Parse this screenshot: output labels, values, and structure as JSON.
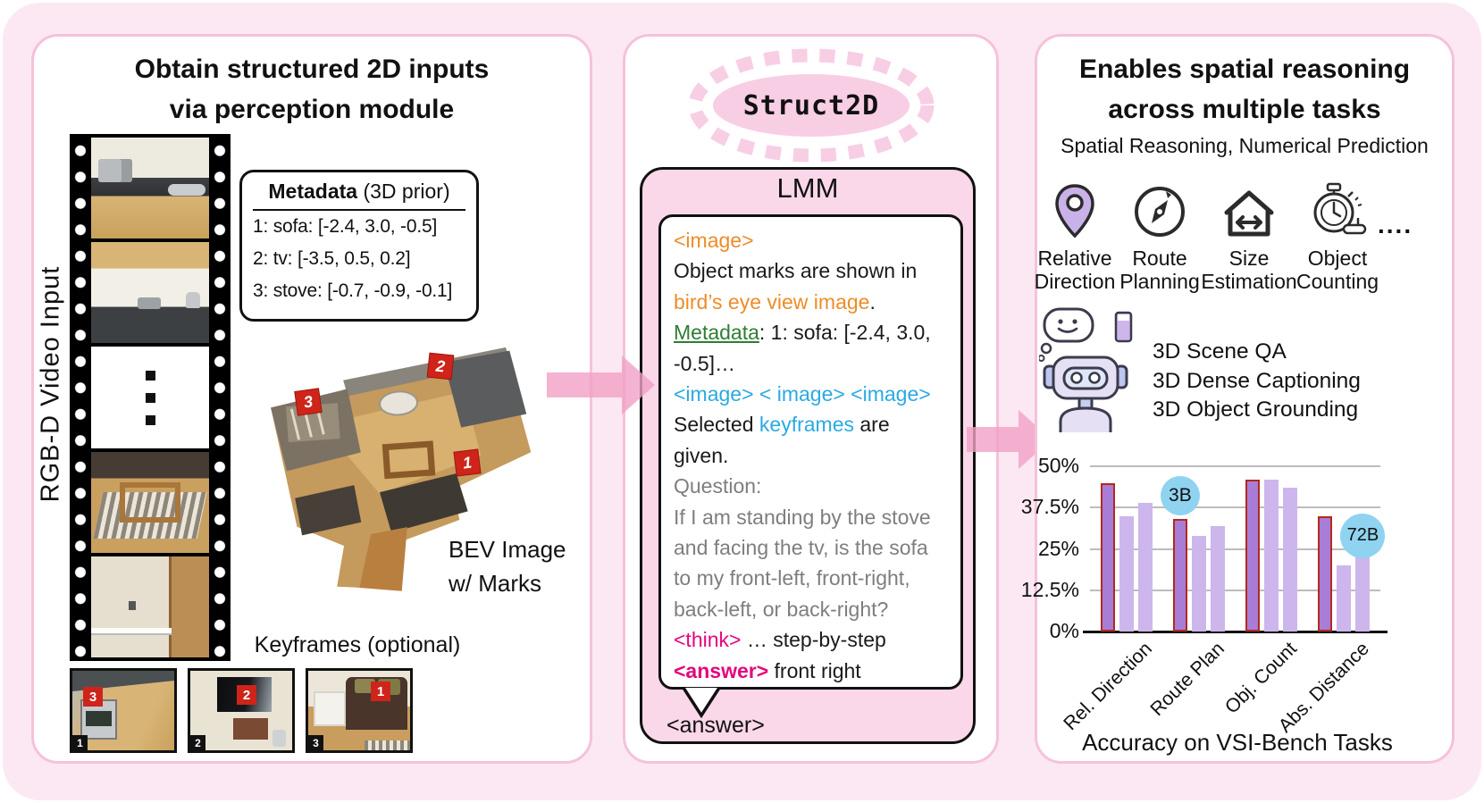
{
  "colors": {
    "orange": "#EE8C28",
    "green": "#2F7D32",
    "blue": "#2BA9E2",
    "gray": "#7E7E7E",
    "magenta": "#E3067E",
    "black": "#1A1A1A",
    "bar_main": "#A87DD8",
    "bar_light": "#CDB6EC",
    "bar_outline": "#B3281D",
    "bubble": "#8FD3F1",
    "pink_accent": "#F1A0C6"
  },
  "panel1": {
    "title_line1": "Obtain structured 2D inputs",
    "title_line2": "via perception module",
    "video_label": "RGB-D Video Input",
    "video_break_icon": "vertical-ellipsis-icon",
    "metadata_box": {
      "title_bold": "Metadata",
      "title_rest": " (3D prior)",
      "entries": [
        "1: sofa: [-2.4, 3.0, -0.5]",
        "2: tv: [-3.5, 0.5, 0.2]",
        "3: stove: [-0.7, -0.9, -0.1]"
      ]
    },
    "bev": {
      "label_line1": "BEV Image",
      "label_line2": "w/ Marks",
      "marks": [
        "1",
        "2",
        "3"
      ]
    },
    "keyframes_label": "Keyframes (optional)",
    "keyframes": [
      {
        "index": "1",
        "mark": "3"
      },
      {
        "index": "2",
        "mark": "2"
      },
      {
        "index": "3",
        "mark": "1"
      }
    ]
  },
  "panel2": {
    "badge": "Struct2D",
    "lmm_title": "LMM",
    "answer_label": "<answer>",
    "prompt_lines": [
      {
        "segs": [
          {
            "t": "<image>",
            "c": "orange"
          }
        ]
      },
      {
        "segs": [
          {
            "t": "Object marks are shown in",
            "c": "black"
          }
        ]
      },
      {
        "segs": [
          {
            "t": "bird’s eye view image",
            "c": "orange"
          },
          {
            "t": ".",
            "c": "black"
          }
        ]
      },
      {
        "segs": [
          {
            "t": "Metadata",
            "c": "green",
            "u": true
          },
          {
            "t": ": 1: sofa: [-2.4, 3.0,",
            "c": "black"
          }
        ]
      },
      {
        "segs": [
          {
            "t": "-0.5]…",
            "c": "black"
          }
        ]
      },
      {
        "segs": [
          {
            "t": "<image> < image> <image>",
            "c": "blue"
          }
        ]
      },
      {
        "segs": [
          {
            "t": "Selected ",
            "c": "black"
          },
          {
            "t": "keyframes",
            "c": "blue"
          },
          {
            "t": " are",
            "c": "black"
          }
        ]
      },
      {
        "segs": [
          {
            "t": "given.",
            "c": "black"
          }
        ]
      },
      {
        "segs": [
          {
            "t": "Question:",
            "c": "gray"
          }
        ]
      },
      {
        "segs": [
          {
            "t": "If I am standing by the stove",
            "c": "gray"
          }
        ]
      },
      {
        "segs": [
          {
            "t": "and facing the tv, is the sofa",
            "c": "gray"
          }
        ]
      },
      {
        "segs": [
          {
            "t": "to my front-left, front-right,",
            "c": "gray"
          }
        ]
      },
      {
        "segs": [
          {
            "t": "back-left, or back-right?",
            "c": "gray"
          }
        ]
      },
      {
        "segs": [
          {
            "t": "<think>",
            "c": "magenta"
          },
          {
            "t": " … step-by-step",
            "c": "black"
          }
        ]
      },
      {
        "segs": [
          {
            "t": "<answer>",
            "c": "magenta",
            "b": true
          },
          {
            "t": " front right",
            "c": "black"
          }
        ]
      }
    ]
  },
  "panel3": {
    "title_line1": "Enables spatial reasoning",
    "title_line2": "across multiple tasks",
    "subtitle": "Spatial Reasoning, Numerical Prediction",
    "tasks": [
      {
        "icon": "location-pin-icon",
        "label_line1": "Relative",
        "label_line2": "Direction"
      },
      {
        "icon": "compass-icon",
        "label_line1": "Route",
        "label_line2": "Planning"
      },
      {
        "icon": "house-size-icon",
        "label_line1": "Size",
        "label_line2": "Estimation"
      },
      {
        "icon": "stopwatch-icon",
        "label_line1": "Object",
        "label_line2": "Counting"
      }
    ],
    "more_dots": "....",
    "robot_tasks": [
      "3D Scene QA",
      "3D Dense Captioning",
      "3D Object Grounding"
    ]
  },
  "chart_data": {
    "type": "bar",
    "caption": "Accuracy on VSI-Bench Tasks",
    "categories": [
      "Rel. Direction",
      "Route Plan",
      "Obj. Count",
      "Abs. Distance"
    ],
    "series": [
      {
        "name": "highlighted-red-outline",
        "values": [
          45,
          34,
          46,
          35
        ]
      },
      {
        "name": "light-bar-a",
        "values": [
          35,
          29,
          46,
          20
        ]
      },
      {
        "name": "light-bar-b",
        "values": [
          39,
          32,
          43.5,
          24
        ]
      }
    ],
    "yticks": [
      "0%",
      "12.5%",
      "25%",
      "37.5%",
      "50%"
    ],
    "ylim": [
      0,
      50
    ],
    "grid": true,
    "legend": false,
    "annotations": [
      {
        "label": "3B",
        "category_index": 1,
        "bar_index": 0,
        "value": 41
      },
      {
        "label": "72B",
        "category_index": 3,
        "bar_index": 2,
        "value": 29
      }
    ]
  }
}
